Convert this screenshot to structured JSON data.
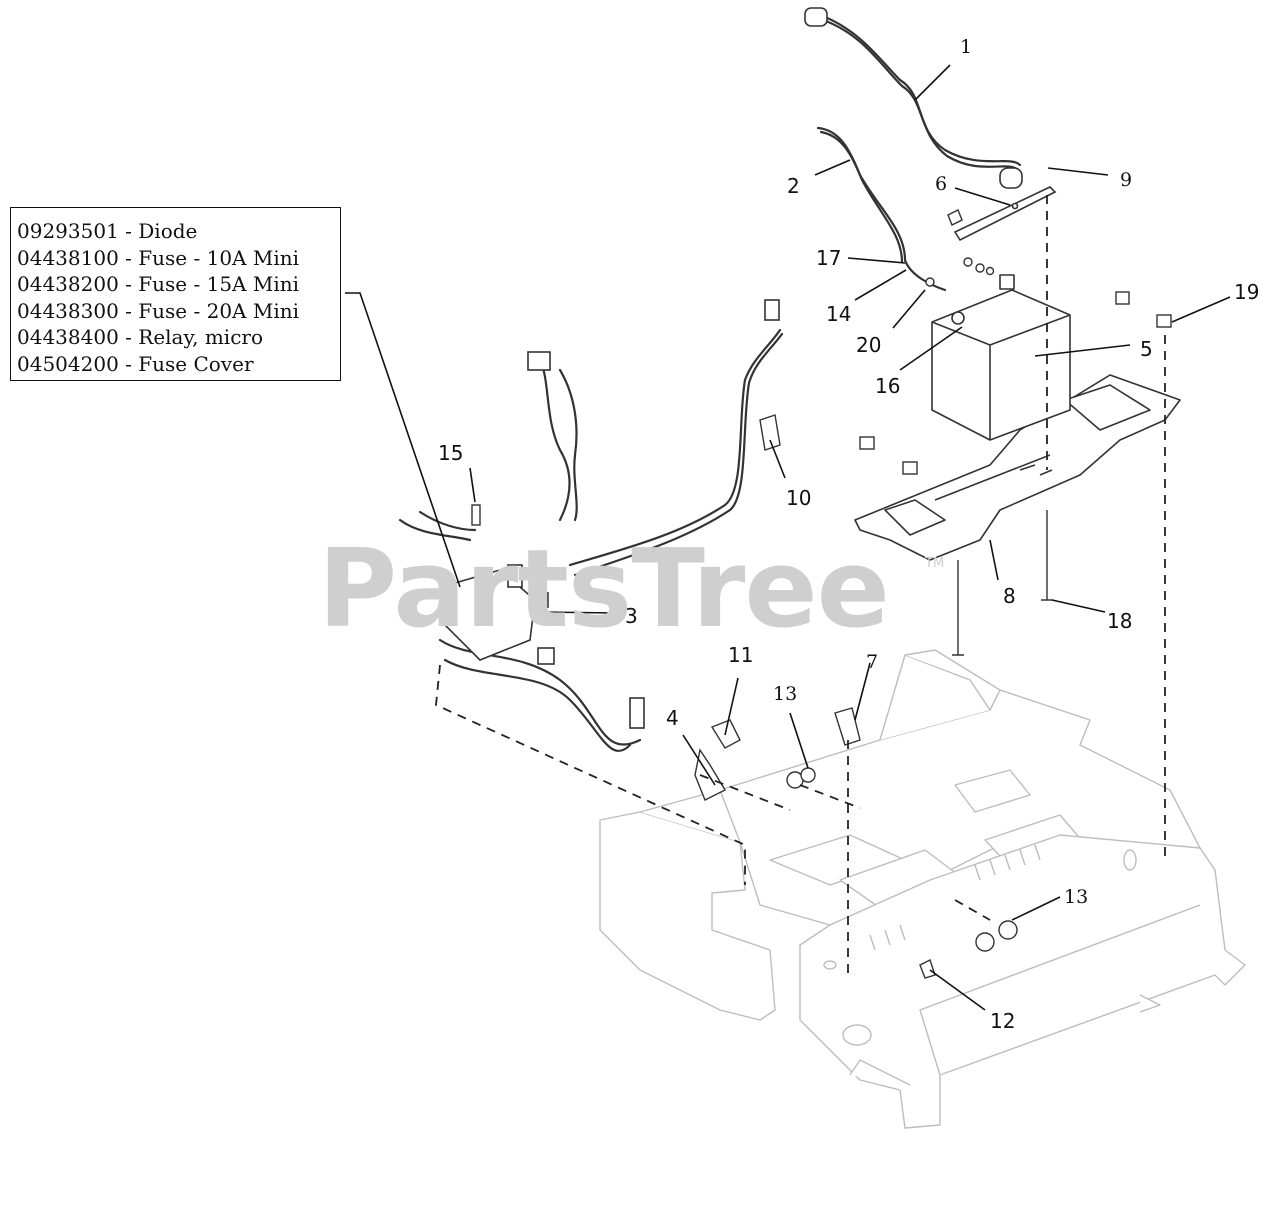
{
  "watermark": {
    "text": "PartsTree",
    "trademark": "TM"
  },
  "legend": {
    "lines": [
      "09293501 - Diode",
      "04438100 - Fuse - 10A Mini",
      "04438200 - Fuse - 15A Mini",
      "04438300 - Fuse - 20A Mini",
      "04438400 - Relay, micro",
      "04504200 - Fuse Cover"
    ]
  },
  "callouts": {
    "c1": "1",
    "c2": "2",
    "c3": "3",
    "c4": "4",
    "c5": "5",
    "c6": "6",
    "c7": "7",
    "c8": "8",
    "c9": "9",
    "c10": "10",
    "c11": "11",
    "c12": "12",
    "c13a": "13",
    "c13b": "13",
    "c14": "14",
    "c15": "15",
    "c16": "16",
    "c17": "17",
    "c18": "18",
    "c19": "19",
    "c20": "20"
  }
}
